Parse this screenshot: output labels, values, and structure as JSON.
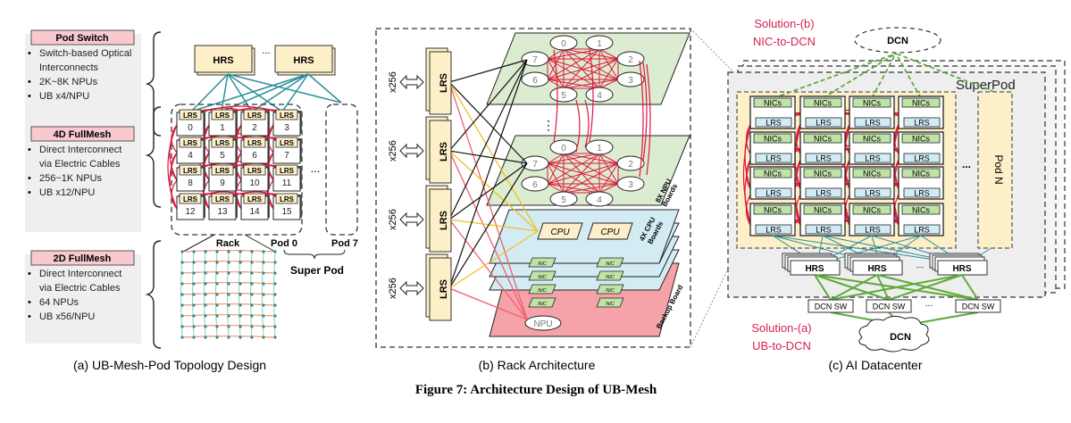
{
  "figure": {
    "caption": "Figure 7:  Architecture Design of UB-Mesh",
    "panels": {
      "a": {
        "caption": "(a) UB-Mesh-Pod Topology Design",
        "info_boxes": [
          {
            "title": "Pod Switch",
            "bullets": [
              "Switch-based Optical",
              "Interconnects",
              "2K~8K NPUs",
              "UB x4/NPU"
            ],
            "bullet_flags": [
              true,
              false,
              true,
              true
            ]
          },
          {
            "title": "4D FullMesh",
            "bullets": [
              "Direct Interconnect",
              "via Electric Cables",
              " 256~1K NPUs",
              "UB x12/NPU"
            ],
            "bullet_flags": [
              true,
              false,
              true,
              true
            ]
          },
          {
            "title": "2D FullMesh",
            "bullets": [
              "Direct Interconnect",
              "via Electric Cables",
              "64 NPUs",
              "UB x56/NPU"
            ],
            "bullet_flags": [
              true,
              false,
              true,
              true
            ]
          }
        ],
        "hrs_label": "HRS",
        "ellipsis": "...",
        "lrs_label": "LRS",
        "lrs_ids": [
          "0",
          "1",
          "2",
          "3",
          "4",
          "5",
          "6",
          "7",
          "8",
          "9",
          "10",
          "11",
          "12",
          "13",
          "14",
          "15"
        ],
        "rack_label": "Rack",
        "pod0_label": "Pod 0",
        "pod7_label": "Pod 7",
        "superpod_label": "Super Pod"
      },
      "b": {
        "caption": "(b) Rack  Architecture",
        "lrs_label": "LRS",
        "link_multiplier": "x256",
        "npu_ids_top": [
          "0",
          "1",
          "2",
          "3",
          "4",
          "5",
          "6",
          "7"
        ],
        "npu_board_label": [
          "8X NPU",
          "Boards"
        ],
        "cpu_label": "CPU",
        "cpu_board_label": [
          "4X CPU",
          "Boards"
        ],
        "nic_label": "NIC",
        "npu_label": "NPU",
        "backup_board_label": "Backup Board",
        "vertical_ellipsis": "⋮"
      },
      "c": {
        "caption": "(c) AI Datacenter",
        "solution_b": [
          "Solution-(b)",
          "NIC-to-DCN"
        ],
        "solution_a": [
          "Solution-(a)",
          "UB-to-DCN"
        ],
        "dcn_label": "DCN",
        "superpod_label": "SuperPod",
        "nics_label": "NICs",
        "lrs_label": "LRS",
        "pod_n_label": "Pod  N",
        "hrs_label": "HRS",
        "dcn_sw_label": "DCN SW",
        "ellipsis": "..."
      }
    },
    "colors": {
      "pink_header": "#f9c9d0",
      "info_bg": "#efefef",
      "switch_fill": "#fdefc8",
      "teal_link": "#2b8f96",
      "red_link": "#e0163c",
      "green_board": "#dcecd0",
      "blue_board": "#d3ecf4",
      "backup_board": "#f5a3a8",
      "nic_green": "#bfe3a7",
      "lrs_blue": "#d1ecf5",
      "solution_red": "#d6204e",
      "dcn_green": "#5faa3a"
    }
  }
}
